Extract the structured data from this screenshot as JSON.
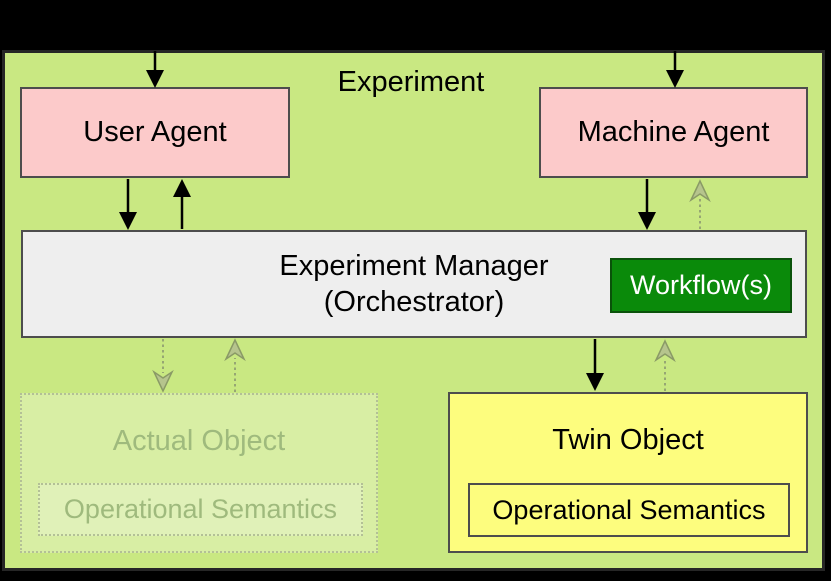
{
  "diagram": {
    "title": "Experiment",
    "nodes": {
      "user_agent": {
        "label": "User Agent",
        "fill": "#fccaca",
        "border_color": "#4d4d4d"
      },
      "machine_agent": {
        "label": "Machine Agent",
        "fill": "#fccaca",
        "border_color": "#4d4d4d"
      },
      "experiment_manager": {
        "label_line1": "Experiment Manager",
        "label_line2": "(Orchestrator)",
        "fill": "#eeeeee",
        "border_color": "#4d4d4d"
      },
      "workflow": {
        "label": "Workflow(s)",
        "fill": "#0a8a0a",
        "text_color": "#ffffff"
      },
      "twin_object": {
        "label": "Twin Object",
        "child_label": "Operational Semantics",
        "fill": "#fdfd7e",
        "border_color": "#4d4d4d"
      },
      "actual_object": {
        "label": "Actual Object",
        "child_label": "Operational Semantics",
        "style": "faded-dotted",
        "text_color": "#9fba7d"
      }
    },
    "edges": [
      {
        "from": "outside-top",
        "to": "user_agent",
        "style": "solid-black"
      },
      {
        "from": "outside-top",
        "to": "machine_agent",
        "style": "solid-black"
      },
      {
        "from": "user_agent",
        "to": "experiment_manager",
        "style": "solid-black"
      },
      {
        "from": "experiment_manager",
        "to": "user_agent",
        "style": "solid-black"
      },
      {
        "from": "machine_agent",
        "to": "experiment_manager",
        "style": "solid-black"
      },
      {
        "from": "experiment_manager",
        "to": "machine_agent",
        "style": "dotted-faded"
      },
      {
        "from": "experiment_manager",
        "to": "actual_object",
        "style": "dotted-faded"
      },
      {
        "from": "actual_object",
        "to": "experiment_manager",
        "style": "dotted-faded"
      },
      {
        "from": "experiment_manager",
        "to": "twin_object",
        "style": "solid-black"
      },
      {
        "from": "twin_object",
        "to": "experiment_manager",
        "style": "dotted-faded"
      }
    ],
    "colors": {
      "page_background": "#000000",
      "experiment_background": "#c9e882",
      "frame_border": "#262626",
      "faded_arrow": "#96a673"
    }
  }
}
